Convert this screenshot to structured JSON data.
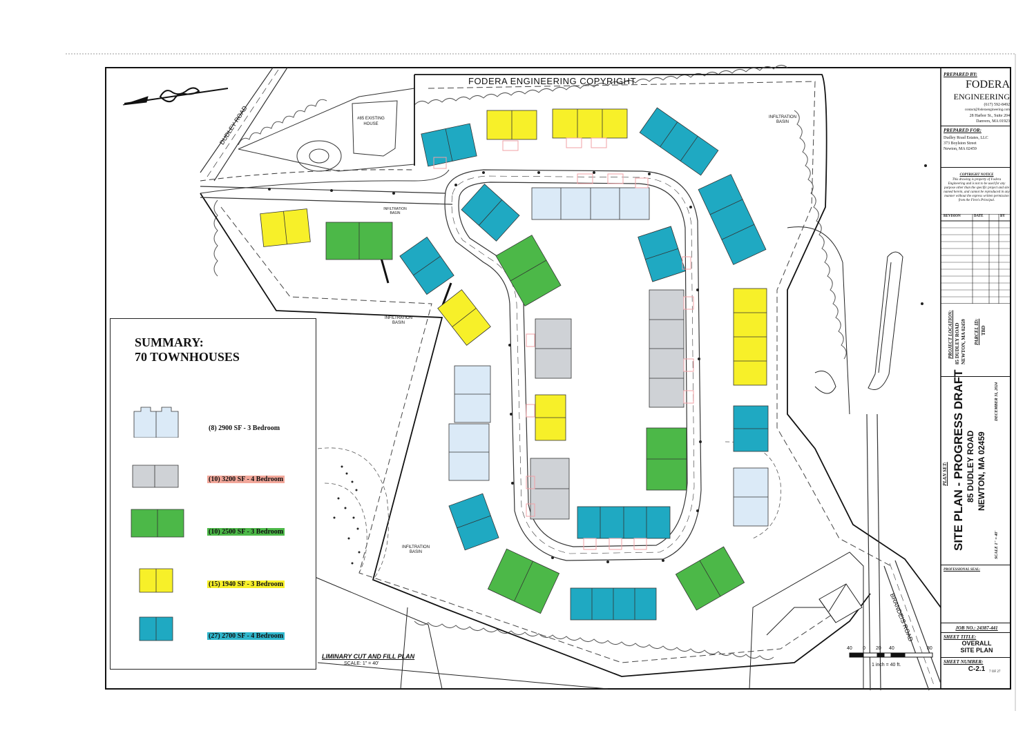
{
  "header": {
    "copyright": "FODERA ENGINEERING COPYRIGHT"
  },
  "roads": {
    "dudley": "DUDLEY ROAD",
    "brandeis": "BRANDEIS ROAD"
  },
  "labels": {
    "existing_house": "#85 EXISTING HOUSE",
    "infiltration_basin_1": "INFILTRATION BASIN",
    "infiltration_basin_2": "INFILTRATION BASIN",
    "infiltration_basin_3": "INFILTRATION BASIN",
    "infiltration_basin_4": "INFILTRATION BASIN",
    "cut_fill": "LIMINARY CUT AND FILL PLAN",
    "cut_fill_scale": "SCALE: 1\" = 40'"
  },
  "scale_bar": {
    "ticks": [
      "40",
      "0",
      "20",
      "40",
      "80"
    ],
    "caption": "1 inch = 40 ft."
  },
  "legend": {
    "title_line1": "SUMMARY:",
    "title_line2": "70 TOWNHOUSES",
    "items": [
      {
        "label": "(8)  2900 SF  - 3 Bedroom",
        "fill": "#dbeaf7",
        "highlight": ""
      },
      {
        "label": "(10)  3200 SF - 4 Bedroom",
        "fill": "#cfd2d6",
        "highlight": "#f2a79a"
      },
      {
        "label": "(10)  2500 SF - 3 Bedroom",
        "fill": "#4cb848",
        "highlight": "#4cb848"
      },
      {
        "label": "(15)  1940 SF - 3 Bedroom",
        "fill": "#f7f029",
        "highlight": "#f7f029"
      },
      {
        "label": "(27)  2700 SF - 4 Bedroom",
        "fill": "#1fa9c2",
        "highlight": "#2fb6cc"
      }
    ]
  },
  "title_block": {
    "prepared_by_label": "PREPARED BY:",
    "firm_line1": "FODERA",
    "firm_line2": "ENGINEERING",
    "firm_phone": "(617) 592-8492",
    "firm_email": "contact@foderaengineering.com",
    "firm_addr1": "28 Harbor St., Suite 204",
    "firm_addr2": "Danvers, MA 01923",
    "prepared_for_label": "PREPARED FOR:",
    "client1": "Dudley Road Estates, LLC",
    "client2": "373 Boylston Street",
    "client3": "Newton, MA 02459",
    "notice_title": "COPYRIGHT NOTICE",
    "notice": "This drawing is property of Fodera Engineering and is not to be used for any purpose other than the specific project and site named herein, and cannot be reproduced in any manner without the express written permission from the Firm's Principal.",
    "rev_cols": [
      "REVISION",
      "DATE",
      "BY"
    ],
    "project_location_label": "PROJECT LOCATION:",
    "project_location_1": "85 DUDLEY ROAD",
    "project_location_2": "NEWTON, MA 02459",
    "parcel_label": "PARCEL ID:",
    "parcel_value": "TBD",
    "plan_set_label": "PLAN SET:",
    "plan_set": "SITE PLAN - PROGRESS DRAFT",
    "plan_addr1": "85 DUDLEY ROAD",
    "plan_addr2": "NEWTON, MA 02459",
    "date": "DECEMBER 31, 2024",
    "scale": "SCALE 1\" = 40'",
    "professional_seal": "PROFESSIONAL SEAL:",
    "job_no": "JOB NO.: 24387-441",
    "sheet_title_label": "SHEET TITLE:",
    "sheet_title_1": "OVERALL",
    "sheet_title_2": "SITE PLAN",
    "sheet_number_label": "SHEET NUMBER:",
    "sheet_number": "C-2.1",
    "sheet_of": "7 OF 27"
  },
  "colors": {
    "light_blue": "#dbeaf7",
    "gray": "#cfd2d6",
    "green": "#4cb848",
    "yellow": "#f7f029",
    "teal": "#1fa9c2",
    "pink": "#f2a0a6"
  }
}
